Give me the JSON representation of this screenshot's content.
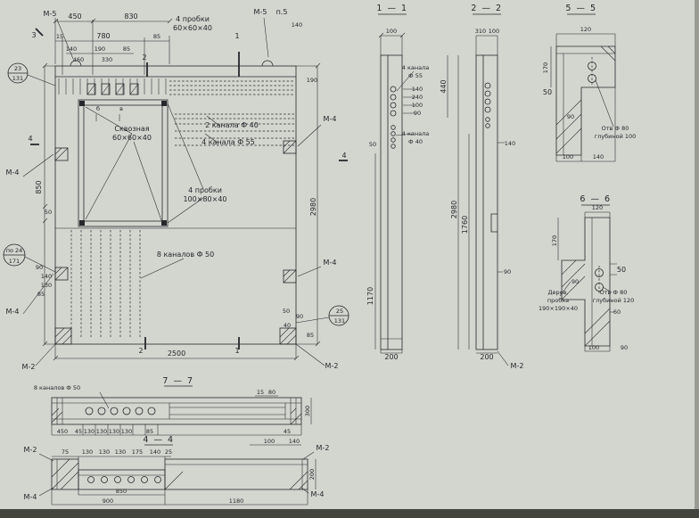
{
  "sheet": {
    "background": "#d3d5cf",
    "ink": "#26272b",
    "band": "#44453f"
  },
  "section_titles": {
    "s11": "1 — 1",
    "s22": "2 — 2",
    "s55": "5 — 5",
    "s66": "6 — 6",
    "s77": "7 — 7",
    "s44": "4 — 4"
  },
  "markers": {
    "m5": "М-5",
    "m4": "М-4",
    "m2": "М-2",
    "p5": "п.5",
    "c1": "1",
    "c2": "2",
    "c3": "3",
    "c4": "4",
    "flag_b": "б",
    "flag_v": "в"
  },
  "balloons": {
    "b1_top": "23",
    "b1_bot": "131",
    "b2_top": "по 24",
    "b2_bot": "171",
    "b3_top": "25",
    "b3_bot": "131"
  },
  "callouts": {
    "probki60_l1": "4 пробки",
    "probki60_l2": "60×60×40",
    "skvoznaya_l1": "Сквозная",
    "skvoznaya_l2": "60×60×40",
    "kanala40_main": "2 канала Ф 40",
    "kanala55_main": "4 канала Ф 55",
    "probki100_l1": "4 пробки",
    "probki100_l2": "100×80×40",
    "kanalov50_main": "8 каналов Ф 50",
    "kanalov50_s77": "8 каналов Ф 50",
    "kanala55_s11_l1": "4 канала",
    "kanala55_s11_l2": "Ф 55",
    "kanala40_s11_l1": "4 канала",
    "kanala40_s11_l2": "Ф 40",
    "otv80_100_l1": "Отв Ф 80",
    "otv80_100_l2": "глубиной 100",
    "otv80_120_l1": "Отв Ф 80",
    "otv80_120_l2": "глубиной 120",
    "derev_l1": "Дерев,",
    "derev_l2": "пробка",
    "derev_l3": "190×190×40"
  },
  "dims": {
    "d15": "15",
    "d25": "25",
    "d40": "40",
    "d45": "45",
    "d50": "50",
    "d60": "60",
    "d75": "75",
    "d80": "80",
    "d85": "85",
    "d90": "90",
    "d100": "100",
    "d120": "120",
    "d130": "130",
    "d140": "140",
    "d170": "170",
    "d175": "175",
    "d190": "190",
    "d200": "200",
    "d240": "240",
    "d300": "300",
    "d310": "310",
    "d330": "330",
    "d440": "440",
    "d450": "450",
    "d460": "460",
    "d780": "780",
    "d830": "830",
    "d850": "850",
    "d900": "900",
    "d1170": "1170",
    "d1180": "1180",
    "d1760": "1760",
    "d2500": "2500",
    "d2980": "2980"
  }
}
